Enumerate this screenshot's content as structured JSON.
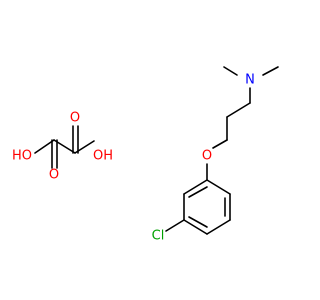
{
  "structure": {
    "colors": {
      "bond": "#000000",
      "oxygen": "#ff0000",
      "nitrogen": "#0000ff",
      "chlorine": "#00a000",
      "carbon": "#000000"
    },
    "labels": {
      "ether_oxygen": "O",
      "amine_nitrogen": "N",
      "chlorine": "Cl",
      "oxalic_hydroxyl_left": "HO",
      "oxalic_hydroxyl_right": "OH",
      "oxalic_carbonyl_top": "O",
      "oxalic_carbonyl_bottom": "O"
    }
  }
}
